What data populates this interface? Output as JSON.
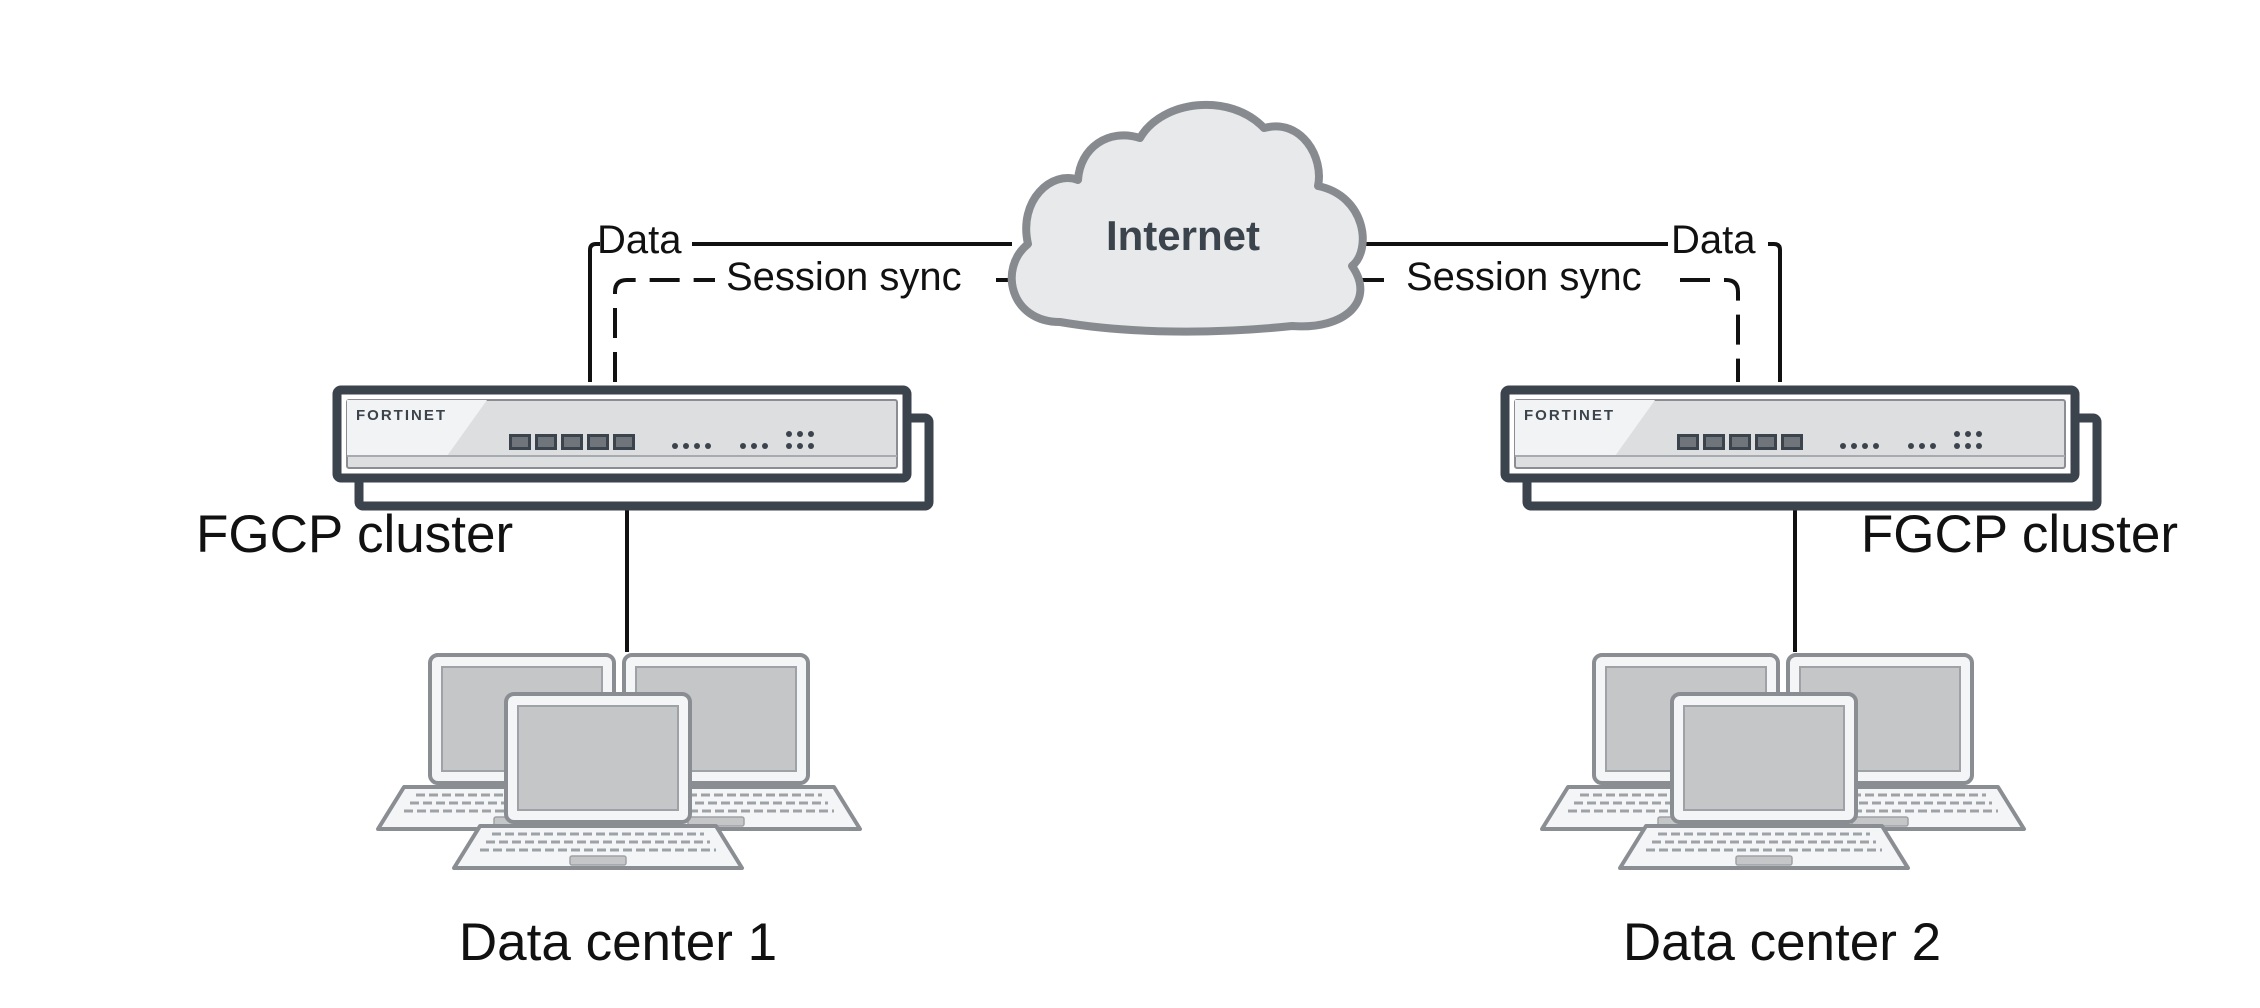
{
  "internet": {
    "label": "Internet"
  },
  "links": {
    "data_label": "Data",
    "sync_label": "Session sync"
  },
  "sites": [
    {
      "cluster_label": "FGCP cluster",
      "datacenter_label": "Data center 1",
      "brand": "FORTINET"
    },
    {
      "cluster_label": "FGCP cluster",
      "datacenter_label": "Data center 2",
      "brand": "FORTINET"
    }
  ],
  "colors": {
    "device_frame": "#3b434c",
    "device_face": "#dcdee0",
    "cloud_fill": "#e8e9ea",
    "cloud_stroke": "#878b90",
    "laptop_screen": "#c4c6c8",
    "laptop_frame": "#8a8e93",
    "line": "#111111"
  }
}
